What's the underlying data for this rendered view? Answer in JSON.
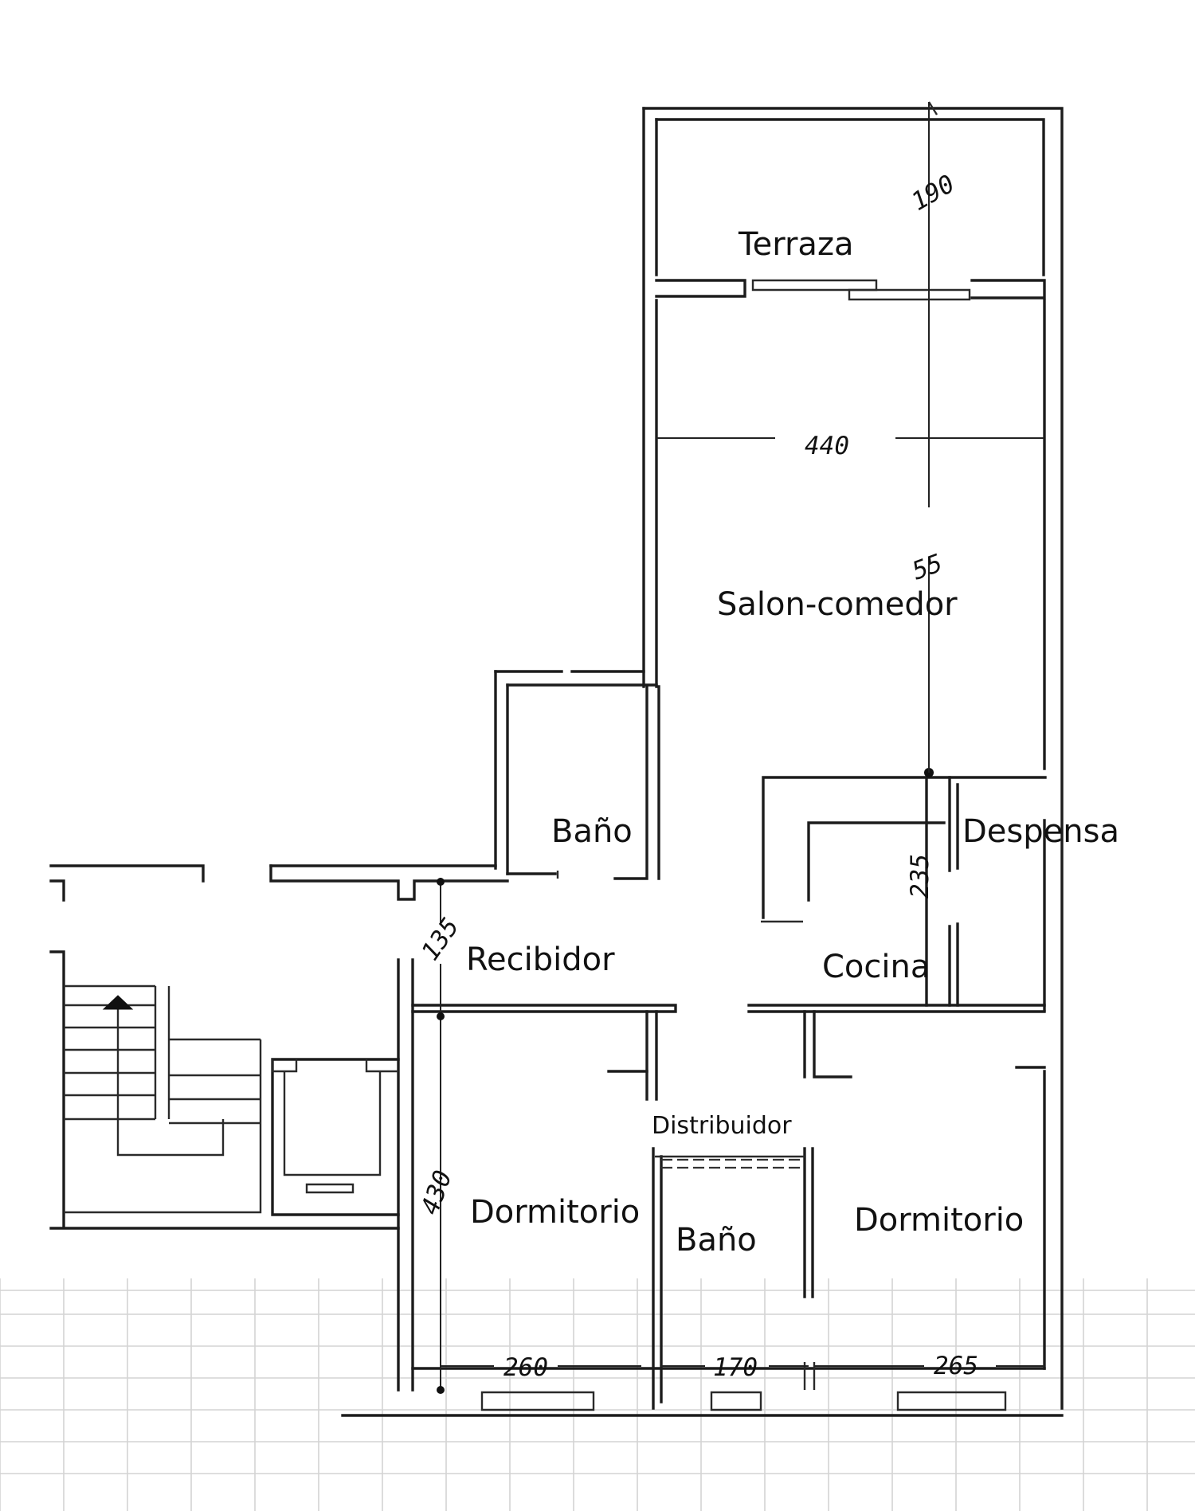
{
  "rooms": {
    "terraza": "Terraza",
    "salon": "Salon-comedor",
    "bano_upper": "Baño",
    "despensa": "Despensa",
    "recibidor": "Recibidor",
    "cocina": "Cocina",
    "distribuidor": "Distribuidor",
    "dormitorio_left": "Dormitorio",
    "bano_lower": "Baño",
    "dormitorio_right": "Dormitorio"
  },
  "dimensions": {
    "terraza_depth": "190",
    "salon_width": "440",
    "salon_depth": "55",
    "cocina_depth": "235",
    "recibidor_depth": "135",
    "dormitorio_depth": "430",
    "dormitorio_left_width": "260",
    "bano_width": "170",
    "dormitorio_right_width": "265"
  }
}
